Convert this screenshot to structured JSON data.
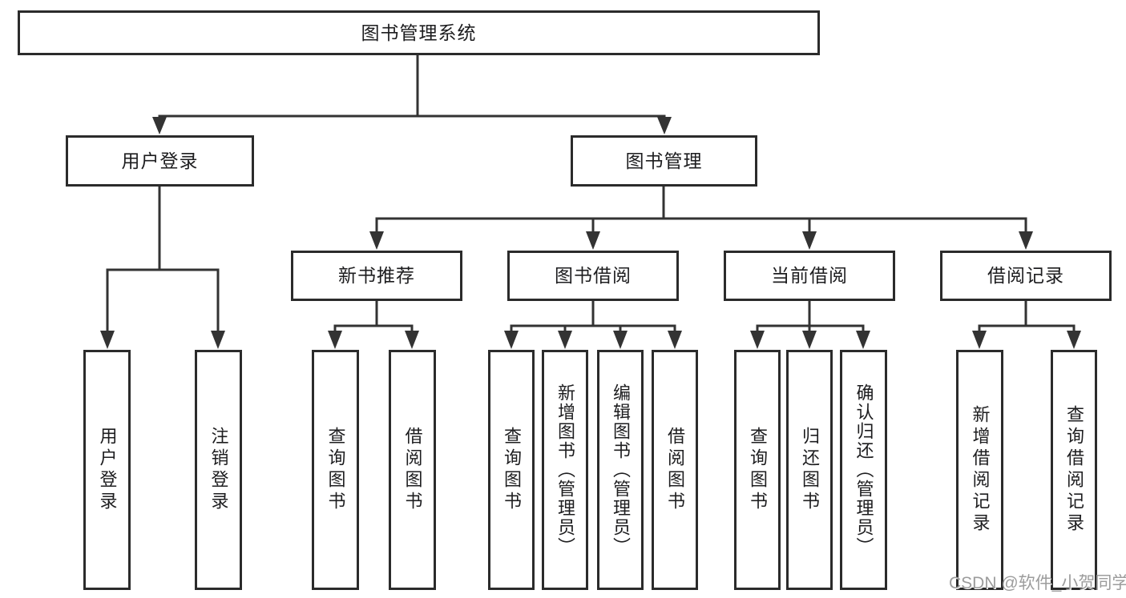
{
  "tree": {
    "root": {
      "label": "图书管理系统"
    },
    "branches": [
      {
        "label": "用户登录",
        "children": [
          {
            "label": "用户登录"
          },
          {
            "label": "注销登录"
          }
        ]
      },
      {
        "label": "图书管理",
        "children": [
          {
            "label": "新书推荐",
            "children": [
              {
                "label": "查询图书"
              },
              {
                "label": "借阅图书"
              }
            ]
          },
          {
            "label": "图书借阅",
            "children": [
              {
                "label": "查询图书"
              },
              {
                "label": "新增图书（管理员）"
              },
              {
                "label": "编辑图书（管理员）"
              },
              {
                "label": "借阅图书"
              }
            ]
          },
          {
            "label": "当前借阅",
            "children": [
              {
                "label": "查询图书"
              },
              {
                "label": "归还图书"
              },
              {
                "label": "确认归还（管理员）"
              }
            ]
          },
          {
            "label": "借阅记录",
            "children": [
              {
                "label": "新增借阅记录"
              },
              {
                "label": "查询借阅记录"
              }
            ]
          }
        ]
      }
    ]
  },
  "watermark": {
    "text": "CSDN @软件_小贺同学"
  },
  "colors": {
    "line": "#333333",
    "box_border": "#2b2b2b",
    "text": "#1d1d1f",
    "watermark": "#9c9c9c",
    "background": "#ffffff"
  }
}
